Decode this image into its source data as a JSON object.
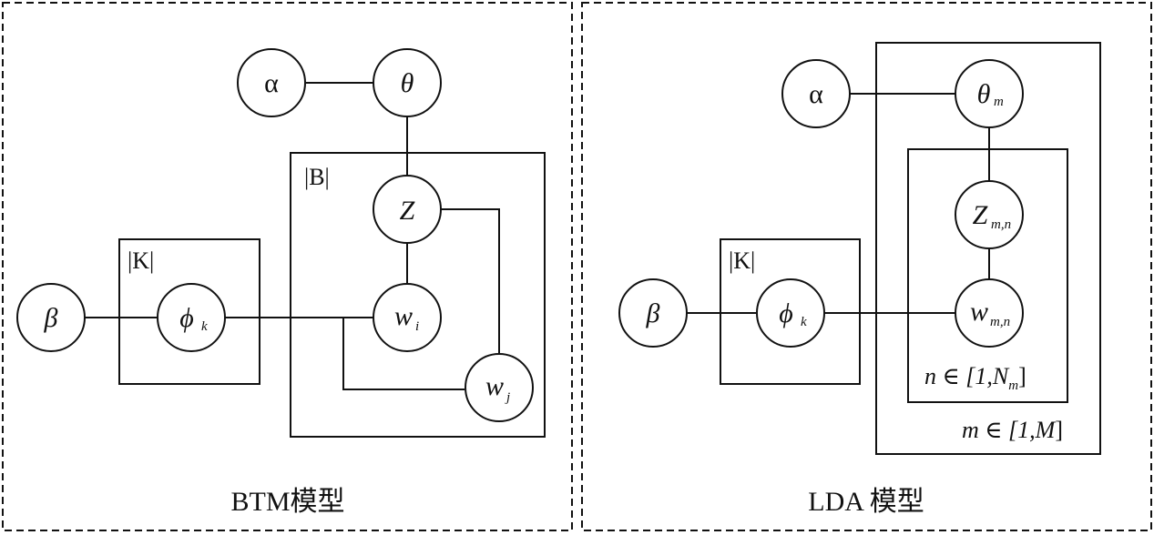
{
  "btm": {
    "caption": "BTM模型",
    "nodes": {
      "alpha": "α",
      "theta": "θ",
      "z": "Z",
      "beta": "β",
      "phi": "ϕ",
      "phi_sub": "k",
      "wi": "w",
      "wi_sub": "i",
      "wj": "w",
      "wj_sub": "j"
    },
    "plates": {
      "k": "|K|",
      "b": "|B|"
    }
  },
  "lda": {
    "caption": "LDA 模型",
    "nodes": {
      "alpha": "α",
      "theta": "θ",
      "theta_sub": "m",
      "z": "Z",
      "z_sub": "m,n",
      "beta": "β",
      "phi": "ϕ",
      "phi_sub": "k",
      "w": "w",
      "w_sub": "m,n"
    },
    "plates": {
      "k": "|K|",
      "n_prefix": "n ∈ [1,",
      "n_var": "N",
      "n_sub": "m",
      "n_suffix": "]",
      "m_prefix": "m ∈ [1,",
      "m_var": "M",
      "m_suffix": "]"
    }
  }
}
